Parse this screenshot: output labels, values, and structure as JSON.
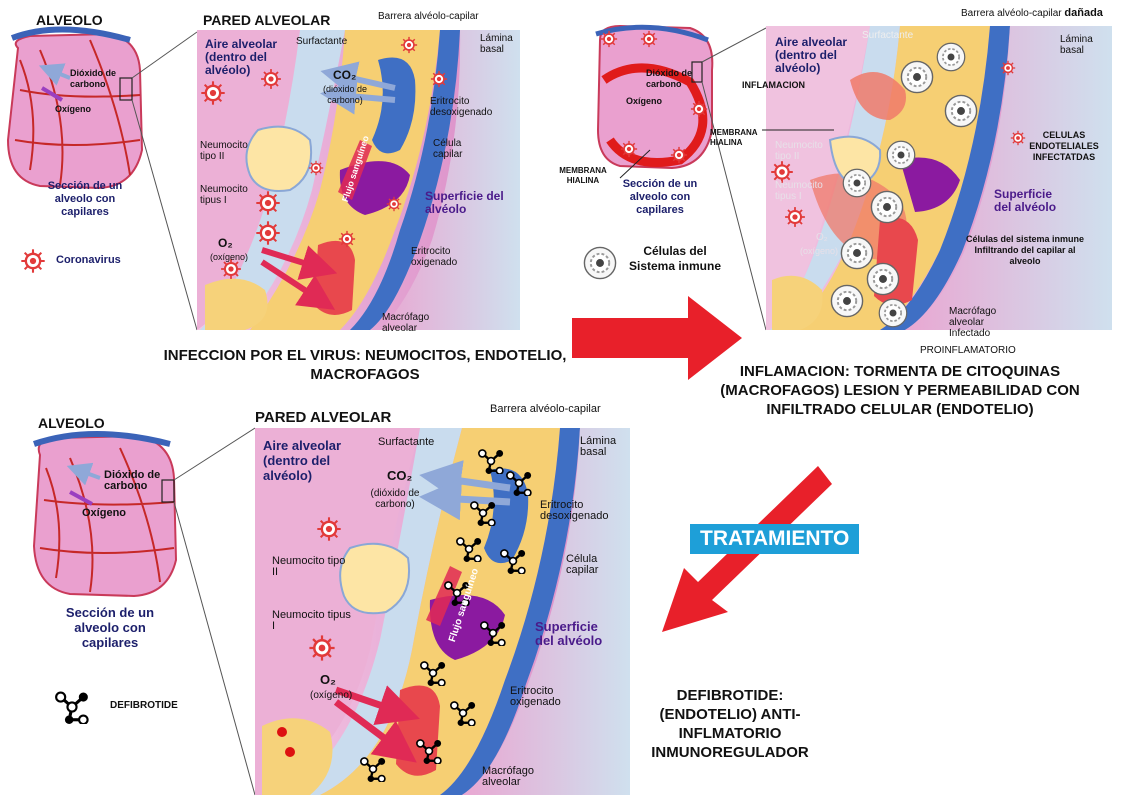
{
  "panel_infection": {
    "alveolo_title": "ALVEOLO",
    "pared_title": "PARED ALVEOLAR",
    "barrera": "Barrera alvéolo-capilar",
    "surfactante": "Surfactante",
    "lamina": "Lámina basal",
    "aire": "Aire alveolar (dentro del alvéolo)",
    "co2_formula": "CO₂",
    "co2_name": "(dióxido de carbono)",
    "eritro_desox": "Eritrocito desoxigenado",
    "neumocito2": "Neumocito tipo II",
    "celula_capilar": "Célula capilar",
    "neumocito1": "Neumocito tipus I",
    "superficie": "Superficie del alvéolo",
    "flujo": "Flujo sanguíneo",
    "o2_formula": "O₂",
    "o2_name": "(oxígeno)",
    "eritro_oxig": "Eritrocito oxigenado",
    "macrofago": "Macrófago alveolar",
    "dioxido": "Dióxido de carbono",
    "oxigeno": "Oxígeno",
    "seccion": "Sección de un alveolo con capilares",
    "coronavirus": "Coronavirus",
    "caption": "INFECCION POR EL VIRUS: NEUMOCITOS, ENDOTELIO, MACROFAGOS"
  },
  "panel_inflammation": {
    "barrera": "Barrera alvéolo-capilar",
    "danada": "dañada",
    "surfactante": "Surfactante",
    "lamina": "Lámina basal",
    "aire": "Aire alveolar (dentro del alvéolo)",
    "inflamacion": "INFLAMACION",
    "membrana_hialina_1": "MEMBRANA HIALINA",
    "membrana_hialina_2": "MEMBRANA HIALINA",
    "dioxido": "Dióxido de carbono",
    "oxigeno": "Oxígeno",
    "seccion": "Sección de un alveolo con capilares",
    "celulas_inmune_legend": "Células del Sistema inmune",
    "celulas_endoteliales": "CELULAS ENDOTELIALES INFECTATDAS",
    "superficie": "Superficie del alvéolo",
    "celulas_infiltrando": "Células del sistema inmune Infiltrando del capilar al alveolo",
    "macrofago_infectado": "Macrófago alveolar Infectado",
    "proinflamatorio": "PROINFLAMATORIO",
    "neumocito2": "Neumocito tipo II",
    "neumocito1": "Neumocito tipus I",
    "o2_formula": "O₂",
    "o2_name": "(oxígeno)",
    "caption": "INFLAMACION: TORMENTA DE CITOQUINAS (MACROFAGOS) LESION Y PERMEABILIDAD CON INFILTRADO CELULAR (ENDOTELIO)"
  },
  "panel_treatment": {
    "alveolo_title": "ALVEOLO",
    "pared_title": "PARED ALVEOLAR",
    "barrera": "Barrera alvéolo-capilar",
    "surfactante": "Surfactante",
    "lamina": "Lámina basal",
    "aire": "Aire alveolar (dentro del alvéolo)",
    "co2_formula": "CO₂",
    "co2_name": "(dióxido de carbono)",
    "eritro_desox": "Eritrocito desoxigenado",
    "neumocito2": "Neumocito tipo II",
    "celula_capilar": "Célula capilar",
    "neumocito1": "Neumocito tipus I",
    "superficie": "Superficie del alvéolo",
    "flujo": "Flujo sanguíneo",
    "o2_formula": "O₂",
    "o2_name": "(oxígeno)",
    "eritro_oxig": "Eritrocito oxigenado",
    "macrofago": "Macrófago alveolar",
    "dioxido": "Dióxido de carbono",
    "oxigeno": "Oxígeno",
    "seccion": "Sección de un alveolo con capilares",
    "defibrotide_legend": "DEFIBROTIDE",
    "caption": "DEFIBROTIDE: (ENDOTELIO) ANTI-INFLMATORIO INMUNOREGULADOR"
  },
  "tratamiento": "TRATAMIENTO",
  "colors": {
    "alveolar_pink": "#e9a7d2",
    "wall_pink": "#d98ac6",
    "surfactant_blue": "#c9dcee",
    "capillary_yellow": "#f6cf73",
    "membrane_blue": "#3f6fc4",
    "right_surface_blue": "#cfe0ee",
    "virus_red": "#e23a3a",
    "arrow_red": "#e8202a",
    "badge_blue": "#1e9fd8",
    "navy_text": "#1c1f6b"
  }
}
